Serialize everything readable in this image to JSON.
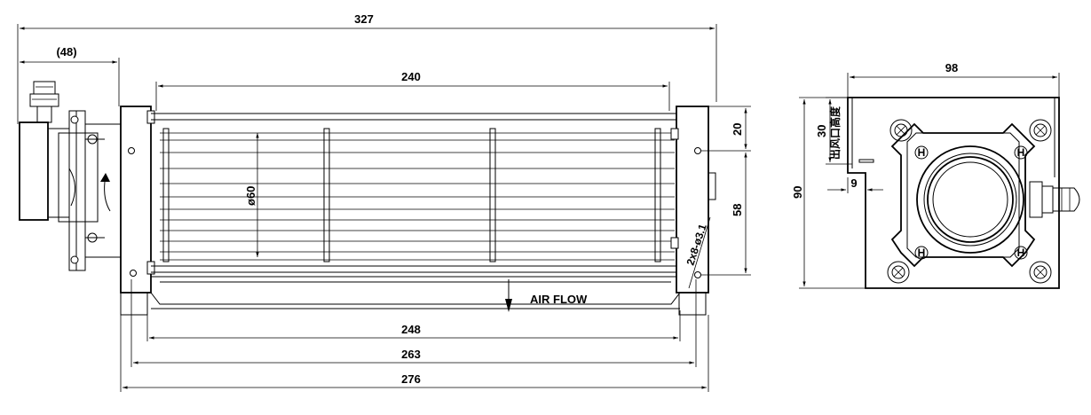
{
  "dimensions": {
    "overall_length": "327",
    "motor_offset": "(48)",
    "impeller_length": "240",
    "bottom_1": "248",
    "bottom_2": "263",
    "bottom_3": "276",
    "diameter": "ø60",
    "height_20": "20",
    "height_58": "58",
    "holes": "2x8-ø3.1",
    "side_width": "98",
    "side_height": "90",
    "outlet_height_value": "30",
    "outlet_offset": "9"
  },
  "labels": {
    "airflow": "AIR FLOW",
    "outlet_height": "出风口高度"
  },
  "screw_mark": "H"
}
